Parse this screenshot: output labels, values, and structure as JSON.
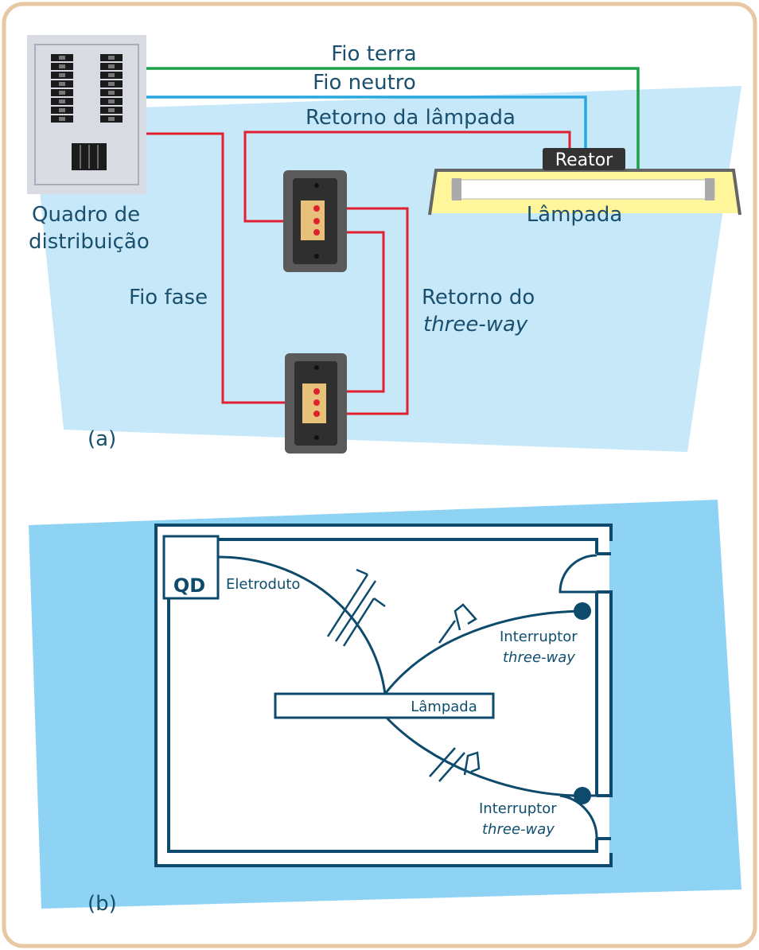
{
  "diagram_a": {
    "panel_label": "(a)",
    "distribution_board_label": [
      "Quadro de",
      "distribuição"
    ],
    "wires": {
      "ground": "Fio terra",
      "neutral": "Fio neutro",
      "lamp_return": "Retorno da lâmpada",
      "phase": "Fio fase",
      "three_way_return": [
        "Retorno do",
        "three-way"
      ]
    },
    "ballast_label": "Reator",
    "lamp_label": "Lâmpada",
    "colors": {
      "ground": "#1ca04a",
      "neutral": "#29a8e0",
      "phase": "#e0202e",
      "background": "#c6e8f8",
      "lamp": "#fff59a"
    }
  },
  "diagram_b": {
    "panel_label": "(b)",
    "qd_label": "QD",
    "conduit_label": "Eletroduto",
    "lamp_label": "Lâmpada",
    "switch_top": [
      "Interruptor",
      "three-way"
    ],
    "switch_bottom": [
      "Interruptor",
      "three-way"
    ],
    "colors": {
      "background": "#8fd3f4",
      "wall": "#0d4a6b"
    }
  },
  "frame_color": "#e8c7a3"
}
